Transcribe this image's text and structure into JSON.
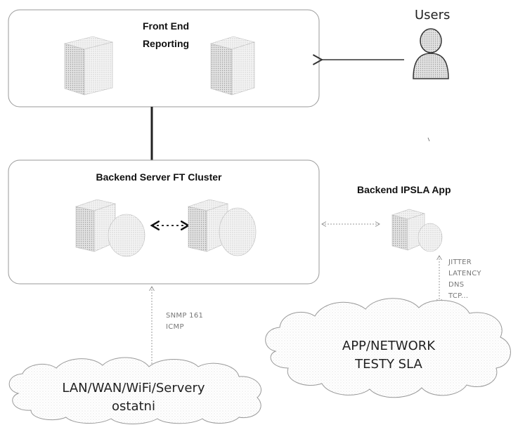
{
  "nodes": {
    "front_end": {
      "label_line1": "Front End",
      "label_line2": "Reporting"
    },
    "users": {
      "label": "Users"
    },
    "backend_cluster": {
      "label": "Backend Server FT Cluster"
    },
    "backend_ipsla": {
      "label": "Backend IPSLA App"
    },
    "cloud_lan": {
      "label_line1": "LAN/WAN/WiFi/Servery",
      "label_line2": "ostatni"
    },
    "cloud_app": {
      "label_line1": "APP/NETWORK",
      "label_line2": "TESTY SLA"
    }
  },
  "edge_labels": {
    "snmp": {
      "line1": "SNMP 161",
      "line2": "ICMP"
    },
    "sla_metrics": [
      "JITTER",
      "LATENCY",
      "DNS",
      "TCP..."
    ]
  },
  "colors": {
    "box_border": "#9a9a9a",
    "server_fill": "#d9d9d9",
    "arrow": "#333333",
    "light_arrow": "#9a9a9a",
    "cloud_stroke": "#999999"
  }
}
